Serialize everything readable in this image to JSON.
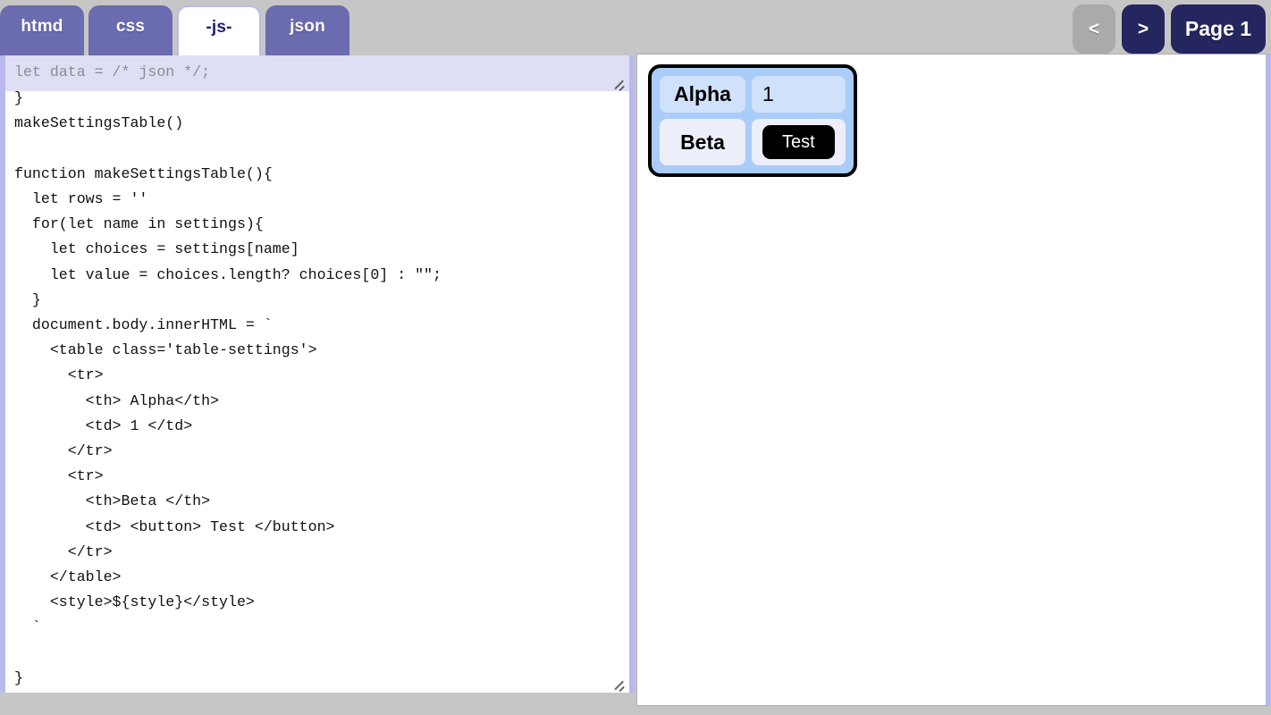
{
  "tabs": [
    {
      "label": "htmd",
      "active": false
    },
    {
      "label": "css",
      "active": false
    },
    {
      "label": "-js-",
      "active": true
    },
    {
      "label": "json",
      "active": false
    }
  ],
  "page_nav": {
    "prev_label": "<",
    "next_label": ">",
    "page_label": "Page 1",
    "prev_color": "#aaaaaa",
    "next_color": "#252560",
    "page_color": "#252560"
  },
  "overlay_editor": {
    "value": "let data = /* json */;",
    "placeholder": "let data = /* json */;"
  },
  "editor": {
    "language": "-js-",
    "value": "  'beta' : words('a b c d e')\n}\nmakeSettingsTable()\n\nfunction makeSettingsTable(){\n  let rows = ''\n  for(let name in settings){\n    let choices = settings[name]\n    let value = choices.length? choices[0] : \"\";\n  }\n  document.body.innerHTML = `\n    <table class='table-settings'>\n      <tr>\n        <th> Alpha</th>\n        <td> 1 </td>\n      </tr>\n      <tr>\n        <th>Beta </th>\n        <td> <button> Test </button>\n      </tr>\n    </table>\n    <style>${style}</style>\n  `\n\n}"
  },
  "preview": {
    "table": {
      "class_name": "table-settings",
      "rows": [
        {
          "name": "Alpha",
          "value": "1",
          "value_type": "text"
        },
        {
          "name": "Beta",
          "value": "Test",
          "value_type": "button"
        }
      ]
    }
  },
  "colors": {
    "page_background": "#c6c6c6",
    "tab_inactive": "#6b6bb0",
    "tab_active_text": "#20207a",
    "editor_border": "#b9b9ee",
    "overlay_background": "#dedef5",
    "table_outer": "#aaccf8",
    "table_row1_cell": "#cfe1fb",
    "table_row2_cell": "#eceefb",
    "button_background": "#000000"
  }
}
